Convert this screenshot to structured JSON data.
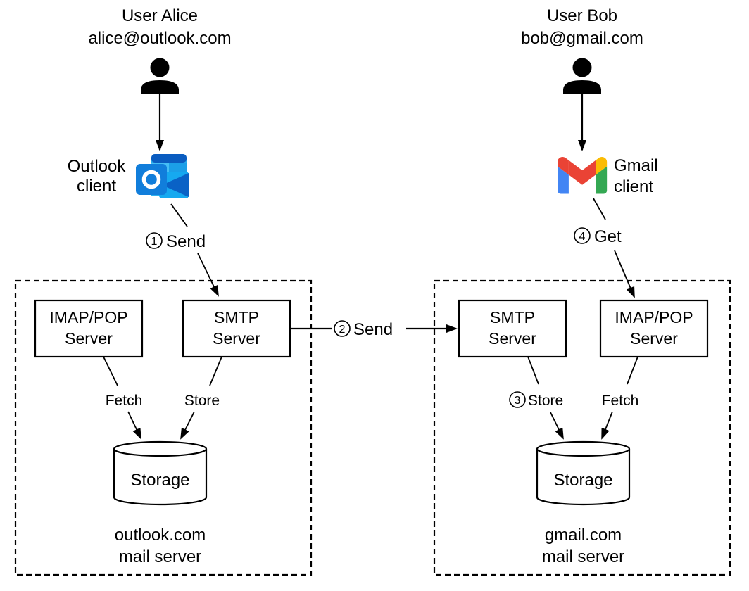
{
  "users": {
    "alice": {
      "name": "User Alice",
      "email": "alice@outlook.com"
    },
    "bob": {
      "name": "User Bob",
      "email": "bob@gmail.com"
    }
  },
  "clients": {
    "outlook": {
      "line1": "Outlook",
      "line2": "client"
    },
    "gmail": {
      "line1": "Gmail",
      "line2": "client"
    }
  },
  "steps": {
    "s1": {
      "num": "1",
      "label": "Send"
    },
    "s2": {
      "num": "2",
      "label": "Send"
    },
    "s3": {
      "num": "3",
      "label": "Store"
    },
    "s4": {
      "num": "4",
      "label": "Get"
    }
  },
  "left_server": {
    "imap": {
      "line1": "IMAP/POP",
      "line2": "Server"
    },
    "smtp": {
      "line1": "SMTP",
      "line2": "Server"
    },
    "fetch": "Fetch",
    "store": "Store",
    "storage": "Storage",
    "caption1": "outlook.com",
    "caption2": "mail server"
  },
  "right_server": {
    "smtp": {
      "line1": "SMTP",
      "line2": "Server"
    },
    "imap": {
      "line1": "IMAP/POP",
      "line2": "Server"
    },
    "fetch": "Fetch",
    "storage": "Storage",
    "caption1": "gmail.com",
    "caption2": "mail server"
  },
  "colors": {
    "ink": "#000000",
    "background": "#ffffff",
    "outlook_back": "#29a9ea",
    "outlook_topbar": "#0a5cc0",
    "outlook_grid_tr": "#1b9fe8",
    "outlook_grid_br": "#0d8ade",
    "outlook_grid_tl": "#45bef5",
    "outlook_grid_bl": "#2db2ef",
    "outlook_envelope": "#16a9f0",
    "outlook_flap": "#0a62c6",
    "outlook_tile": "#117edb",
    "gmail_red": "#ea4335",
    "gmail_blue": "#4285f4",
    "gmail_green": "#34a853",
    "gmail_yellow": "#fbbc04"
  }
}
